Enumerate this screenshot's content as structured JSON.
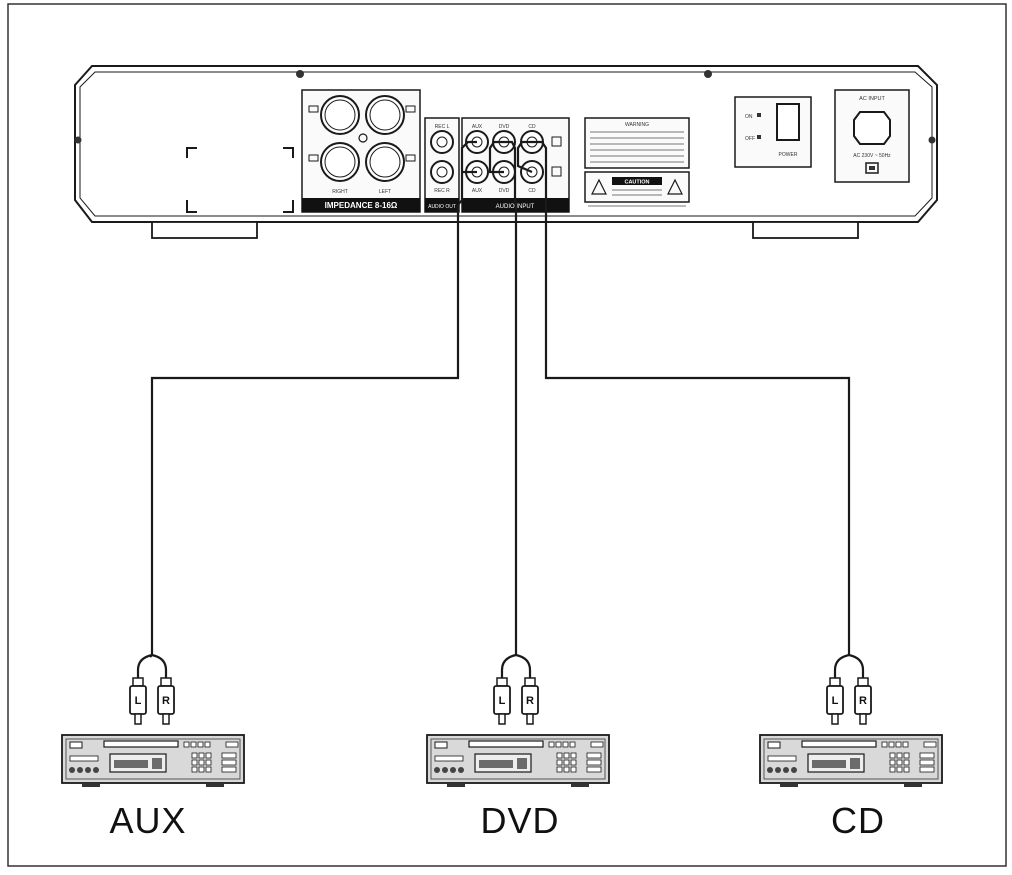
{
  "amplifier": {
    "speaker_panel": {
      "impedance_label": "IMPEDANCE 8-16Ω",
      "right_label": "RIGHT",
      "left_label": "LEFT"
    },
    "rec_panel": {
      "top_label": "REC L",
      "bottom_label": "REC R",
      "footer": "AUDIO OUT"
    },
    "input_panel": {
      "col_labels": [
        "AUX",
        "DVD",
        "CD"
      ],
      "bottom_labels": [
        "AUX",
        "DVD",
        "CD"
      ],
      "footer": "AUDIO INPUT"
    },
    "warning_panel": {
      "title": "WARNING",
      "caution": "CAUTION"
    },
    "power_panel": {
      "on_label": "ON",
      "off_label": "OFF",
      "power_label": "POWER"
    },
    "ac_panel": {
      "title": "AC INPUT",
      "voltage": "AC 230V ~ 50Hz"
    }
  },
  "connectors": {
    "left_label": "L",
    "right_label": "R"
  },
  "devices": [
    {
      "name": "AUX"
    },
    {
      "name": "DVD"
    },
    {
      "name": "CD"
    }
  ],
  "colors": {
    "line": "#1a1a1a",
    "panel_fill": "#f4f4f4",
    "device_fill": "#d9d9d9",
    "device_dark": "#6b6b6b"
  }
}
